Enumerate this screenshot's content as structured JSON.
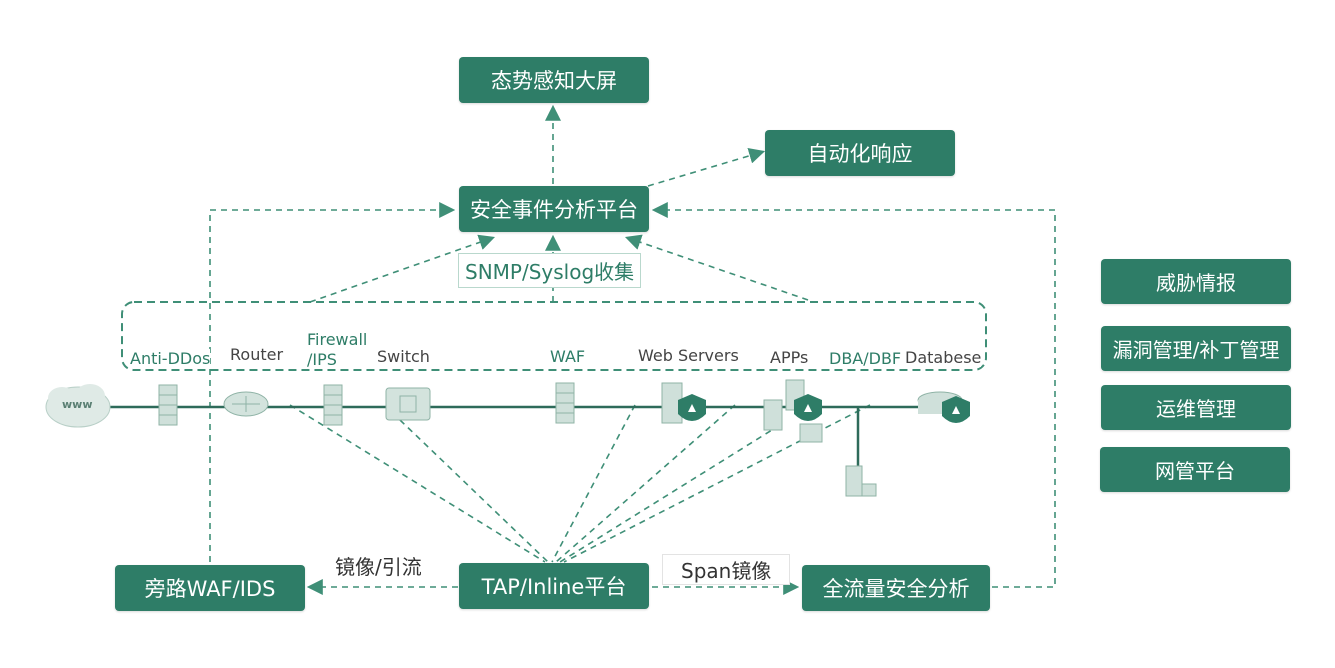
{
  "top_boxes": {
    "situation": "态势感知大屏",
    "response": "自动化响应",
    "analysis": "安全事件分析平台"
  },
  "collect_label": "SNMP/Syslog收集",
  "devices": {
    "antiddos": "Anti-DDos",
    "router": "Router",
    "firewall_line1": "Firewall",
    "firewall_line2": "/IPS",
    "switch": "Switch",
    "waf": "WAF",
    "webservers": "Web Servers",
    "apps": "APPs",
    "dba": "DBA/DBF",
    "database": "Databese",
    "internet": "www"
  },
  "bottom": {
    "bypass": "旁路WAF/IDS",
    "tap": "TAP/Inline平台",
    "fullflow": "全流量安全分析",
    "mirror_label": "镜像/引流",
    "span_label": "Span镜像"
  },
  "side_panel": [
    "威胁情报",
    "漏洞管理/补丁管理",
    "运维管理",
    "网管平台"
  ],
  "colors": {
    "accent": "#2e7d67",
    "line": "#3f8f77"
  }
}
